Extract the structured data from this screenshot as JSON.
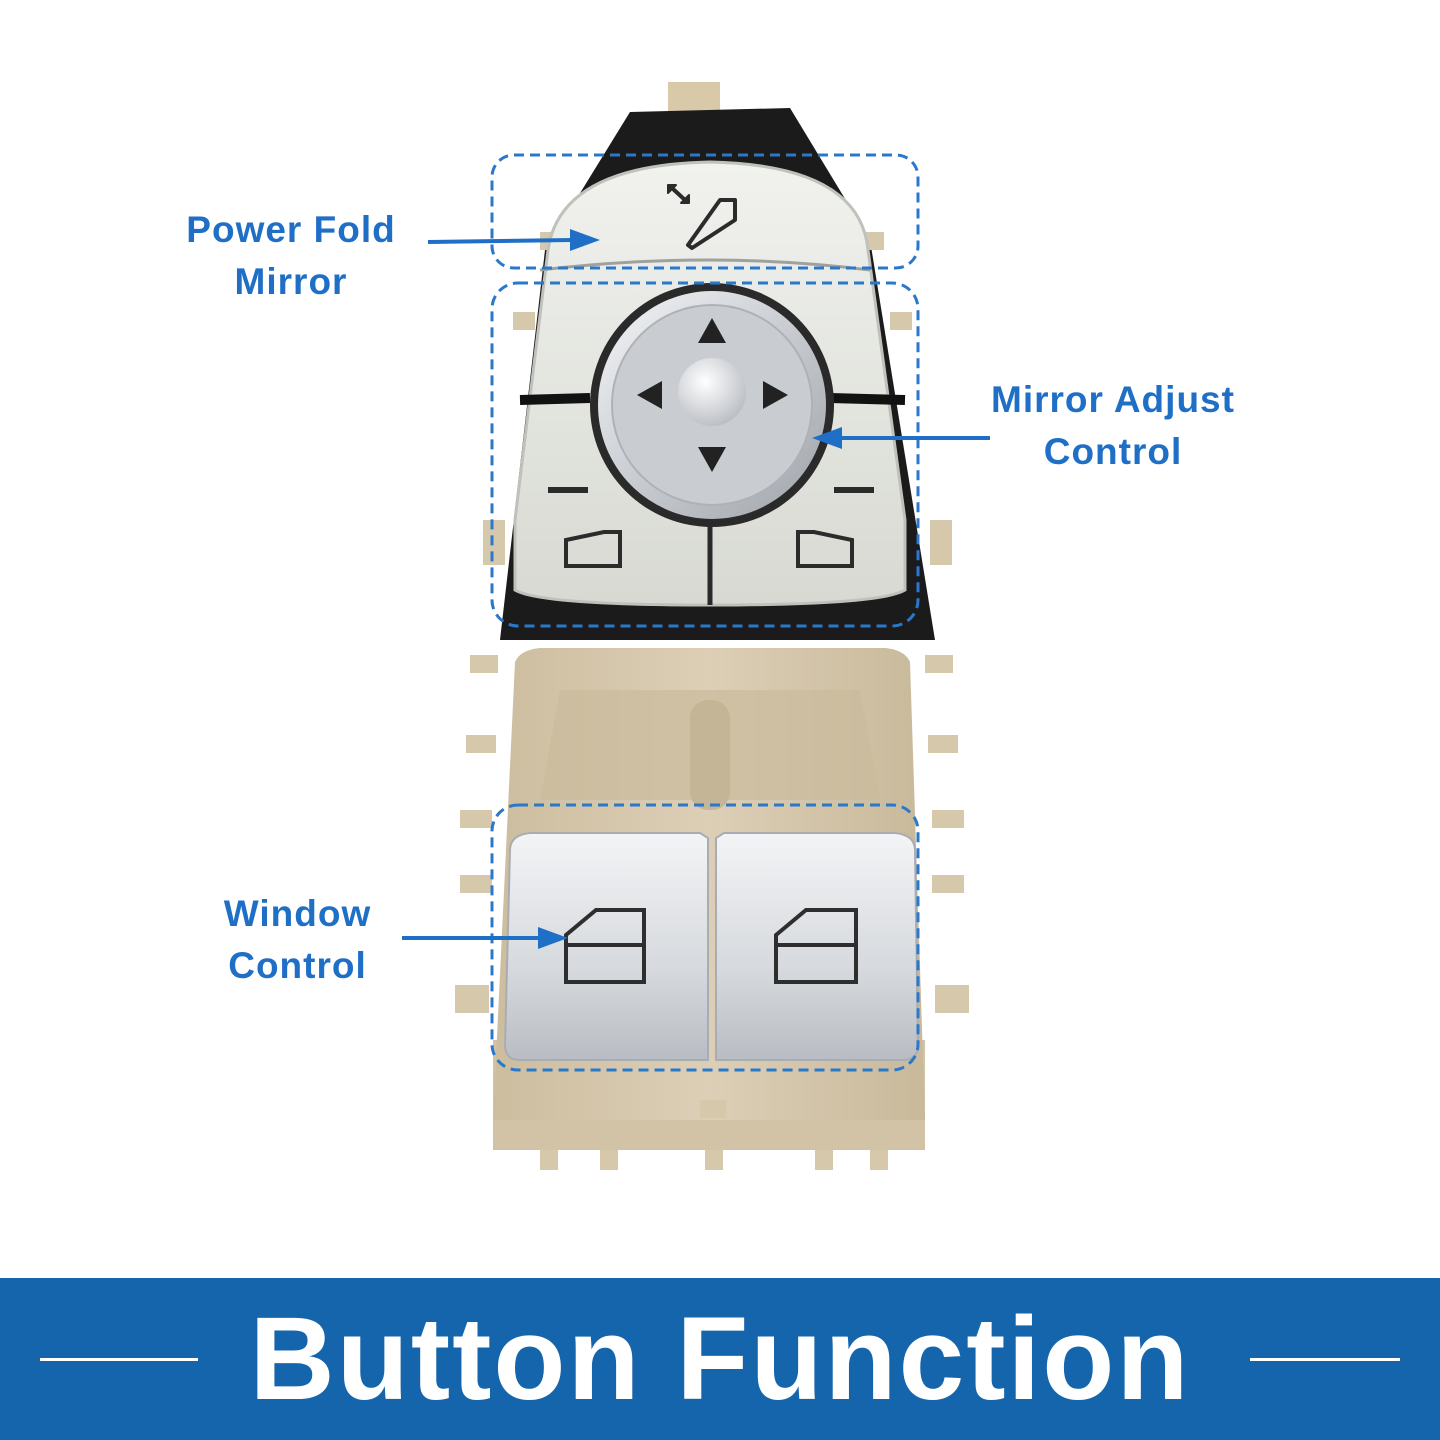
{
  "callouts": {
    "power_fold": {
      "line1": "Power Fold",
      "line2": "Mirror"
    },
    "mirror_adjust": {
      "line1": "Mirror Adjust",
      "line2": "Control"
    },
    "window_control": {
      "line1": "Window",
      "line2": "Control"
    }
  },
  "banner": {
    "title": "Button Function"
  },
  "colors": {
    "accent": "#1f6fc6",
    "banner": "#1565ad",
    "housing_beige": "#d9cbb0",
    "chrome": "#cfd2d6",
    "panel_silver": "#e4e6e0",
    "base_black": "#1a1a1a"
  }
}
